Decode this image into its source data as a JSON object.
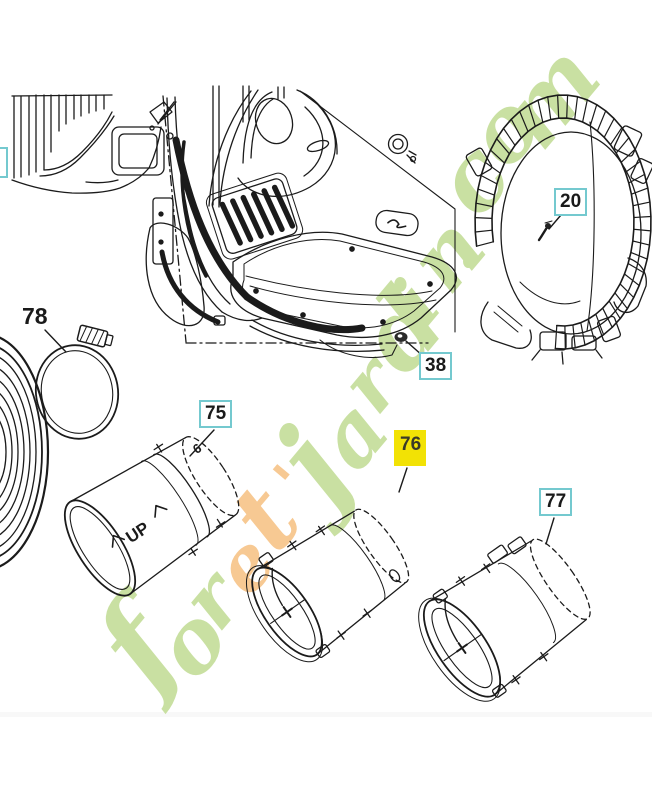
{
  "page": {
    "kind": "exploded-parts-diagram",
    "background": "#ffffff"
  },
  "colors": {
    "line": "#1b1b1b",
    "callout_border": "#74c9cf",
    "highlight_yellow": "#f2e205",
    "wm_green": "#c9e0a2",
    "wm_orange": "#f7c993"
  },
  "watermark": {
    "text": "foret'jardin.com",
    "letters": [
      {
        "ch": "f",
        "color": "#c9e0a2"
      },
      {
        "ch": "o",
        "color": "#c9e0a2"
      },
      {
        "ch": "r",
        "color": "#c9e0a2"
      },
      {
        "ch": "e",
        "color": "#f7c993"
      },
      {
        "ch": "t",
        "color": "#f7c993"
      },
      {
        "ch": "'",
        "color": "#f7c993"
      },
      {
        "ch": "j",
        "color": "#c9e0a2"
      },
      {
        "ch": "a",
        "color": "#c9e0a2"
      },
      {
        "ch": "r",
        "color": "#c9e0a2"
      },
      {
        "ch": "d",
        "color": "#c9e0a2"
      },
      {
        "ch": "i",
        "color": "#c9e0a2"
      },
      {
        "ch": "n",
        "color": "#c9e0a2"
      },
      {
        "ch": ".",
        "color": "#c9e0a2"
      },
      {
        "ch": "c",
        "color": "#c9e0a2"
      },
      {
        "ch": "o",
        "color": "#c9e0a2"
      },
      {
        "ch": "m",
        "color": "#c9e0a2"
      }
    ]
  },
  "callouts": [
    {
      "id": "left-partial",
      "label": "",
      "style": "box-teal-partial"
    },
    {
      "id": "78",
      "label": "78",
      "style": "plain"
    },
    {
      "id": "20",
      "label": "20",
      "style": "box-teal"
    },
    {
      "id": "38",
      "label": "38",
      "style": "box-teal"
    },
    {
      "id": "75",
      "label": "75",
      "style": "box-teal"
    },
    {
      "id": "76",
      "label": "76",
      "style": "box-yellow-highlight"
    },
    {
      "id": "77",
      "label": "77",
      "style": "box-teal"
    }
  ],
  "part_markings": {
    "tube75_up": "UP",
    "tube75_mold": "6"
  }
}
